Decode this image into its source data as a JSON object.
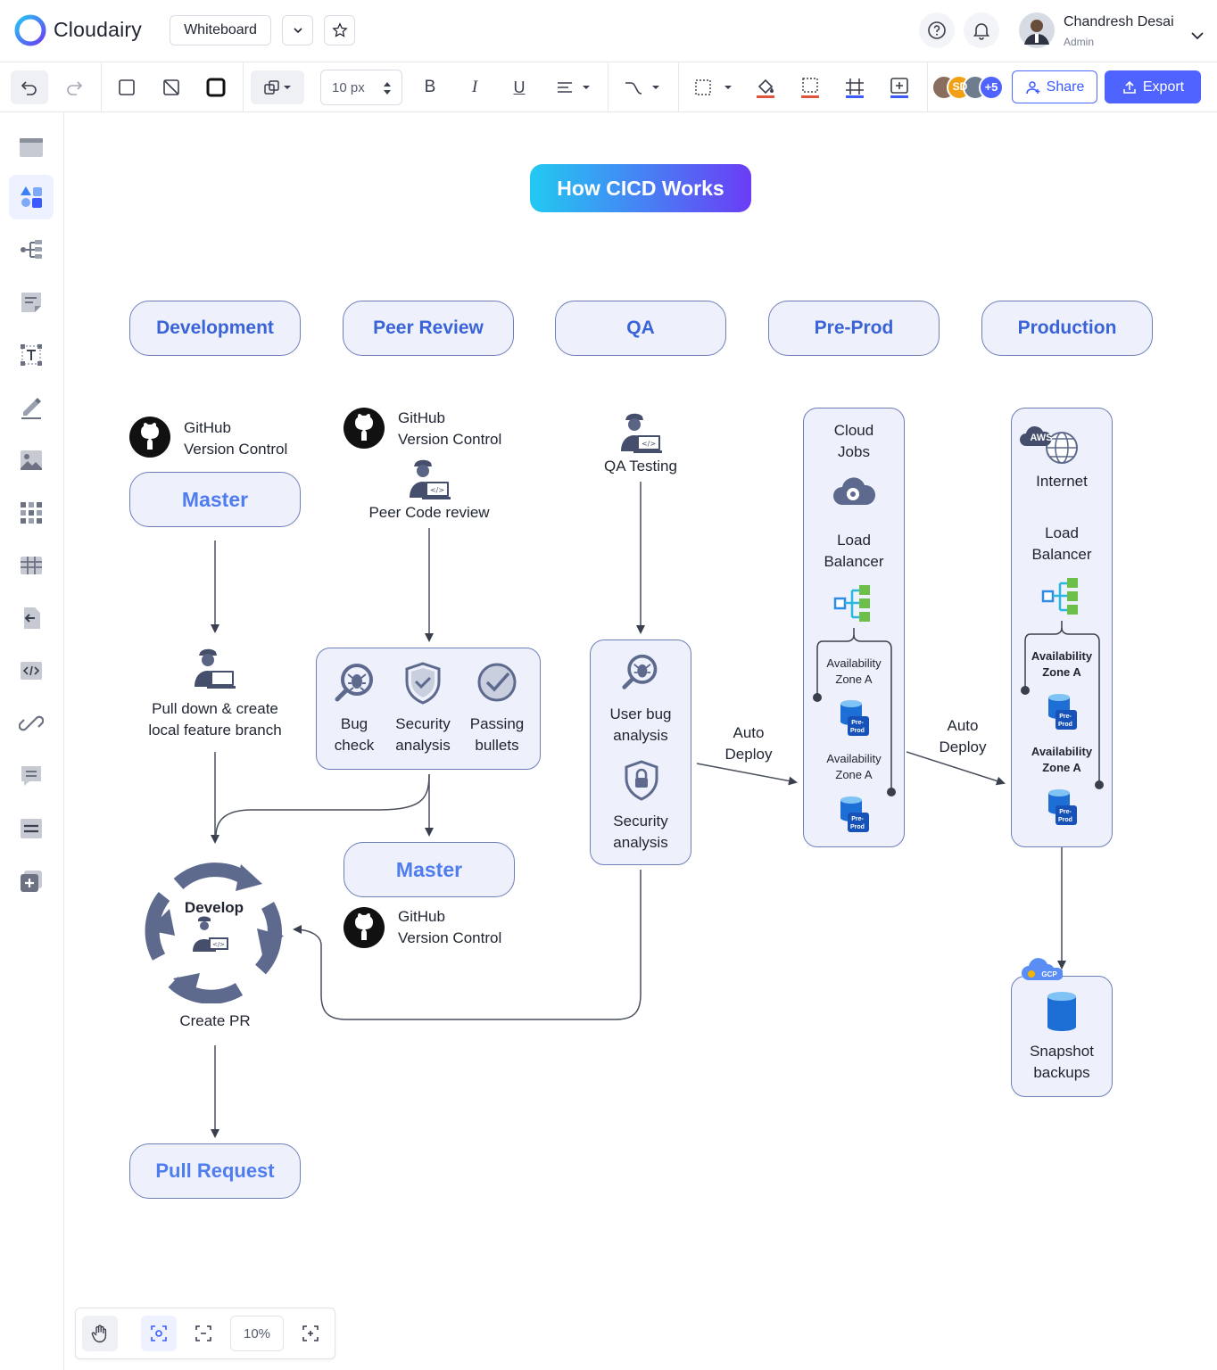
{
  "app": {
    "brand": "Cloudairy",
    "board_type": "Whiteboard"
  },
  "user": {
    "name": "Chandresh Desai",
    "role": "Admin"
  },
  "toolbar": {
    "stroke_size": "10 px",
    "bold": "B",
    "italic": "I",
    "underline": "U",
    "collaborators_more": "+5",
    "collaborator_initials": "SD",
    "share_label": "Share",
    "export_label": "Export"
  },
  "zoom": {
    "level": "10%"
  },
  "colors": {
    "accent": "#4f63ff",
    "stage_text": "#3a63d8",
    "node_fill": "#eef1fb",
    "node_border": "#6e7fb8"
  },
  "diagram": {
    "title": "How CICD Works",
    "stages": [
      "Development",
      "Peer Review",
      "QA",
      "Pre-Prod",
      "Production"
    ],
    "dev": {
      "github_line1": "GitHub",
      "github_line2": "Version Control",
      "master": "Master",
      "pull_line1": "Pull down & create",
      "pull_line2": "local feature branch",
      "cycle_label": "Develop",
      "create_pr": "Create PR",
      "pull_request": "Pull Request"
    },
    "peer": {
      "github_line1": "GitHub",
      "github_line2": "Version Control",
      "review": "Peer Code review",
      "checks": [
        {
          "l1": "Bug",
          "l2": "check"
        },
        {
          "l1": "Security",
          "l2": "analysis"
        },
        {
          "l1": "Passing",
          "l2": "bullets"
        }
      ],
      "master": "Master",
      "github2_line1": "GitHub",
      "github2_line2": "Version Control"
    },
    "qa": {
      "testing": "QA Testing",
      "bug_l1": "User bug",
      "bug_l2": "analysis",
      "sec_l1": "Security",
      "sec_l2": "analysis",
      "deploy_l1": "Auto",
      "deploy_l2": "Deploy"
    },
    "preprod": {
      "jobs_l1": "Cloud",
      "jobs_l2": "Jobs",
      "lb_l1": "Load",
      "lb_l2": "Balancer",
      "az1_l1": "Availability",
      "az1_l2": "Zone A",
      "az2_l1": "Availability",
      "az2_l2": "Zone A",
      "db_l1": "Pre-",
      "db_l2": "Prod",
      "deploy_l1": "Auto",
      "deploy_l2": "Deploy"
    },
    "production": {
      "aws": "AWS",
      "internet": "Internet",
      "lb_l1": "Load",
      "lb_l2": "Balancer",
      "az1_l1": "Availability",
      "az1_l2": "Zone A",
      "az2_l1": "Availability",
      "az2_l2": "Zone A",
      "db_l1": "Pre-",
      "db_l2": "Prod",
      "gcp": "GCP",
      "snap_l1": "Snapshot",
      "snap_l2": "backups"
    }
  }
}
